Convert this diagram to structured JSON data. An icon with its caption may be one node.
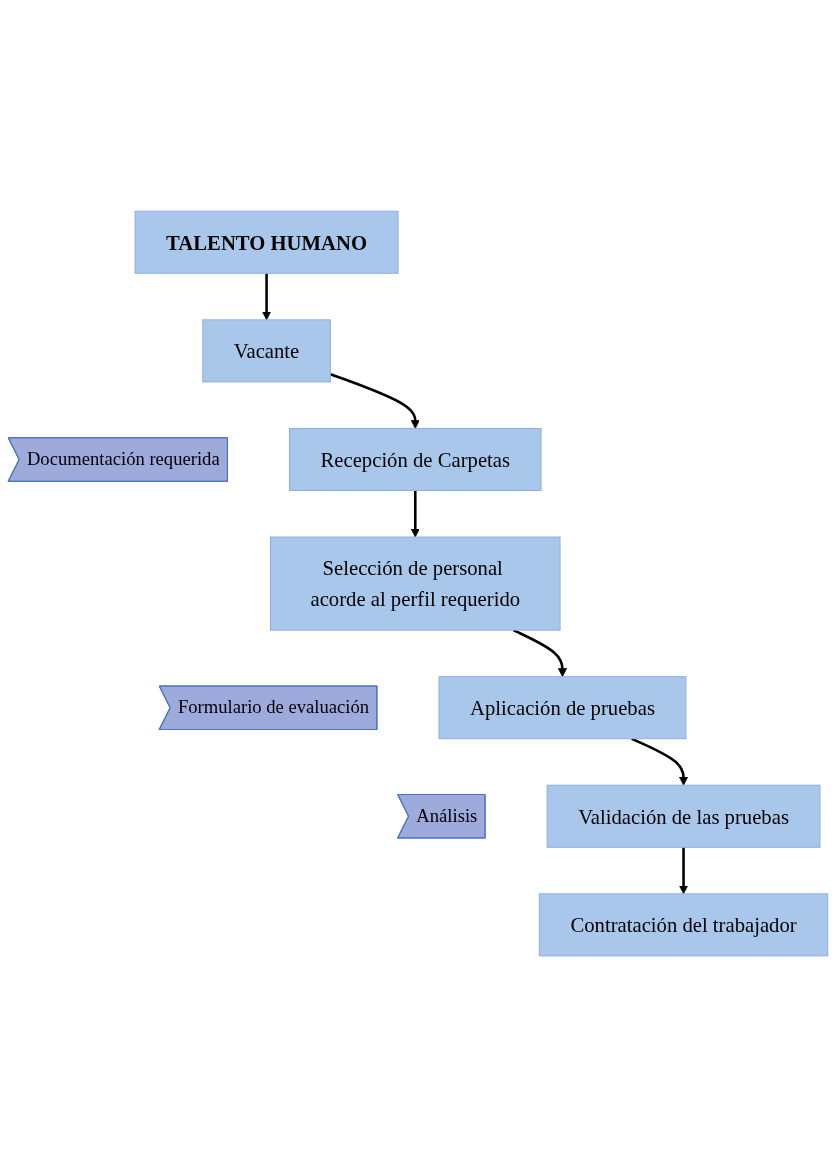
{
  "diagram": {
    "nodes": [
      {
        "text": [
          "TALENTO HUMANO"
        ]
      },
      {
        "text": [
          "Vacante"
        ]
      },
      {
        "text": [
          "Documentación requerida"
        ]
      },
      {
        "text": [
          "Recepción de Carpetas"
        ]
      },
      {
        "text": [
          "Selección de personal acorde al perfil requerido"
        ]
      },
      {
        "text": [
          "Formulario de evaluación"
        ]
      },
      {
        "text": [
          "Aplicación de pruebas"
        ]
      },
      {
        "text": [
          "Análisis"
        ]
      },
      {
        "text": [
          "Validación de las pruebas"
        ]
      },
      {
        "text": [
          "Contratación del trabajador"
        ]
      }
    ],
    "edges": [
      {
        "from": 0,
        "to": 1,
        "arrow": "to"
      },
      {
        "from": 1,
        "to": 3,
        "arrow": "to"
      },
      {
        "from": 3,
        "to": 4,
        "arrow": "to"
      },
      {
        "from": 4,
        "to": 6,
        "arrow": "to"
      },
      {
        "from": 6,
        "to": 8,
        "arrow": "to"
      },
      {
        "from": 8,
        "to": 9,
        "arrow": "to"
      }
    ]
  }
}
